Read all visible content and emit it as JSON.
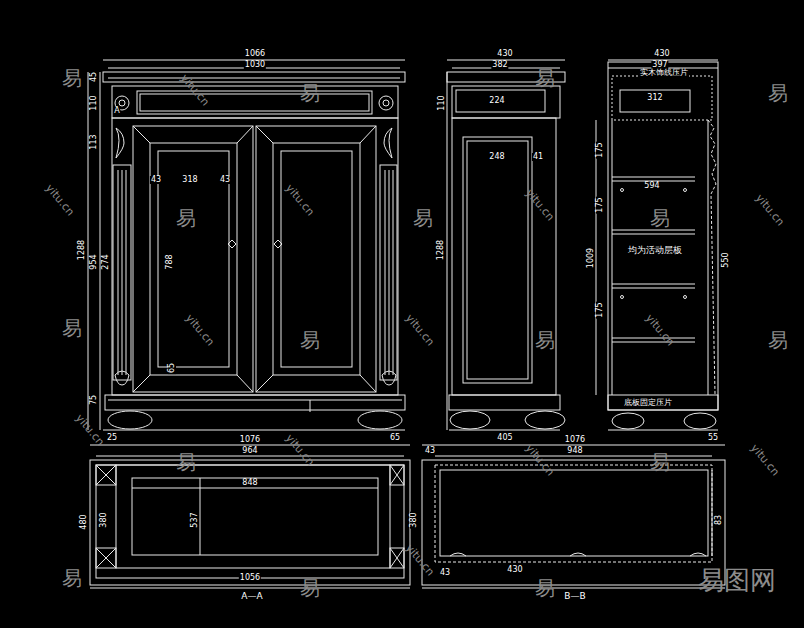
{
  "diagram": {
    "labels": [
      "1066",
      "1030",
      "45",
      "110",
      "113",
      "1288",
      "954",
      "274",
      "318",
      "43",
      "43",
      "788",
      "65",
      "75",
      "25",
      "65",
      "A",
      "430",
      "382",
      "224",
      "248",
      "41",
      "1288",
      "110",
      "405",
      "430",
      "397",
      "实木饰线压片",
      "312",
      "594",
      "均为活动层板",
      "175",
      "175",
      "175",
      "1009",
      "550",
      "底板固定压片",
      "55",
      "1076",
      "964",
      "848",
      "537",
      "480",
      "380",
      "1056",
      "A—A",
      "1076",
      "948",
      "43",
      "380",
      "83",
      "430",
      "43",
      "B—B",
      "易",
      "易",
      "易",
      "易",
      "易",
      "易",
      "易",
      "易",
      "易",
      "易",
      "易",
      "易",
      "易",
      "易",
      "易",
      "易",
      "yitu.cn",
      "yitu.cn",
      "yitu.cn",
      "yitu.cn",
      "yitu.cn",
      "yitu.cn",
      "yitu.cn",
      "yitu.cn",
      "yitu.cn",
      "yitu.cn",
      "yitu.cn",
      "yitu.cn",
      "yitu.cn",
      "易图网"
    ]
  }
}
